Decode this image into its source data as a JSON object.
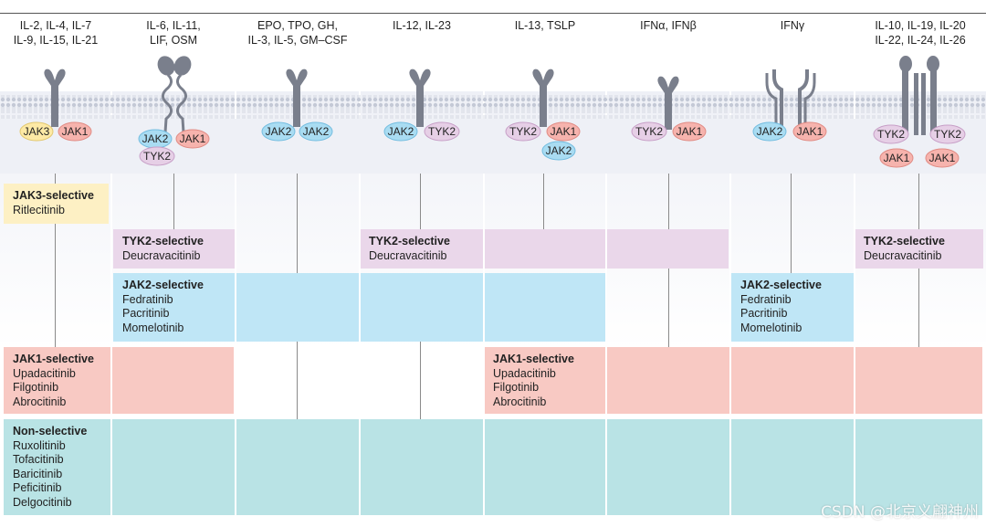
{
  "headers": [
    "IL-2, IL-4, IL-7\nIL-9, IL-15, IL-21",
    "IL-6, IL-11,\nLIF, OSM",
    "EPO, TPO, GH,\nIL-3, IL-5, GM–CSF",
    "IL-12, IL-23",
    "IL-13, TSLP",
    "IFNα, IFNβ",
    "IFNγ",
    "IL-10, IL-19, IL-20\nIL-22, IL-24, IL-26"
  ],
  "kinases": {
    "jak1": "JAK1",
    "jak2": "JAK2",
    "jak3": "JAK3",
    "tyk2": "TYK2"
  },
  "colors": {
    "jak1": "#f6b3ad",
    "jak2": "#a9dcf2",
    "jak3": "#fde9a5",
    "tyk2": "#e6cfe6",
    "receptor": "#7a7f8c",
    "membrane": "#c4c9d6"
  },
  "bands": {
    "jak3": {
      "title": "JAK3-selective",
      "drugs": [
        "Ritlecitinib"
      ]
    },
    "tyk2_a": {
      "title": "TYK2-selective",
      "drugs": [
        "Deucravacitinib"
      ]
    },
    "tyk2_b": {
      "title": "TYK2-selective",
      "drugs": [
        "Deucravacitinib"
      ]
    },
    "tyk2_c": {
      "title": "TYK2-selective",
      "drugs": [
        "Deucravacitinib"
      ]
    },
    "jak2_a": {
      "title": "JAK2-selective",
      "drugs": [
        "Fedratinib",
        "Pacritinib",
        "Momelotinib"
      ]
    },
    "jak2_b": {
      "title": "JAK2-selective",
      "drugs": [
        "Fedratinib",
        "Pacritinib",
        "Momelotinib"
      ]
    },
    "jak1_a": {
      "title": "JAK1-selective",
      "drugs": [
        "Upadacitinib",
        "Filgotinib",
        "Abrocitinib"
      ]
    },
    "jak1_b": {
      "title": "JAK1-selective",
      "drugs": [
        "Upadacitinib",
        "Filgotinib",
        "Abrocitinib"
      ]
    },
    "non": {
      "title": "Non-selective",
      "drugs": [
        "Ruxolitinib",
        "Tofacitinib",
        "Baricitinib",
        "Peficitinib",
        "Delgocitinib"
      ]
    }
  },
  "watermark": "CSDN @北京义翩神州"
}
